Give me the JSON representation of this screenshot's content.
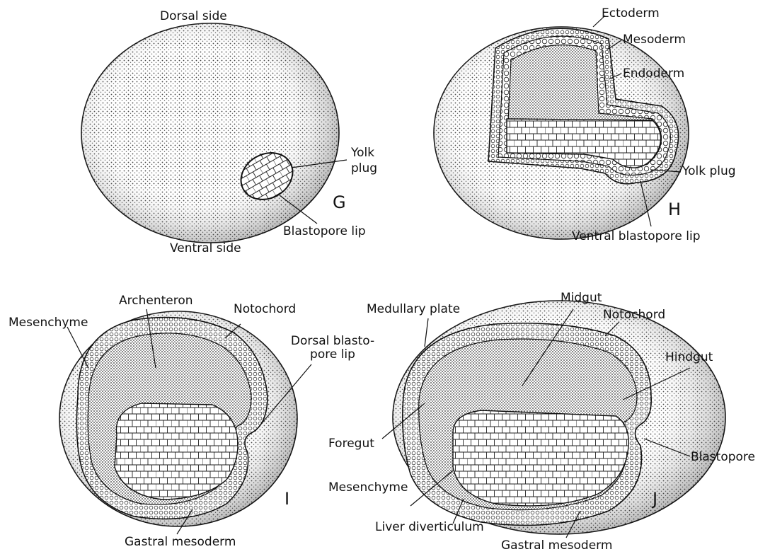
{
  "panels": {
    "G": {
      "letter": "G",
      "labels": {
        "dorsal_side": "Dorsal side",
        "yolk_plug_1": "Yolk",
        "yolk_plug_2": "plug",
        "blastopore_lip": "Blastopore lip",
        "ventral_side": "Ventral side"
      }
    },
    "H": {
      "letter": "H",
      "labels": {
        "ectoderm": "Ectoderm",
        "mesoderm": "Mesoderm",
        "endoderm": "Endoderm",
        "yolk_plug": "Yolk plug",
        "ventral_blastopore_lip": "Ventral blastopore lip"
      }
    },
    "I": {
      "letter": "I",
      "labels": {
        "archenteron": "Archenteron",
        "mesenchyme": "Mesenchyme",
        "notochord": "Notochord",
        "dorsal_blastopore_lip_1": "Dorsal blasto-",
        "dorsal_blastopore_lip_2": "pore lip",
        "gastral_mesoderm": "Gastral mesoderm"
      }
    },
    "J": {
      "letter": "J",
      "labels": {
        "midgut": "Midgut",
        "medullary_plate": "Medullary plate",
        "notochord": "Notochord",
        "hindgut": "Hindgut",
        "foregut": "Foregut",
        "blastopore": "Blastopore",
        "mesenchyme": "Mesenchyme",
        "liver_diverticulum": "Liver diverticulum",
        "gastral_mesoderm": "Gastral mesoderm"
      }
    }
  },
  "colors": {
    "ink": "#111111",
    "stipple_bg": "#ffffff",
    "stipple_dot": "#3a3a3a"
  }
}
